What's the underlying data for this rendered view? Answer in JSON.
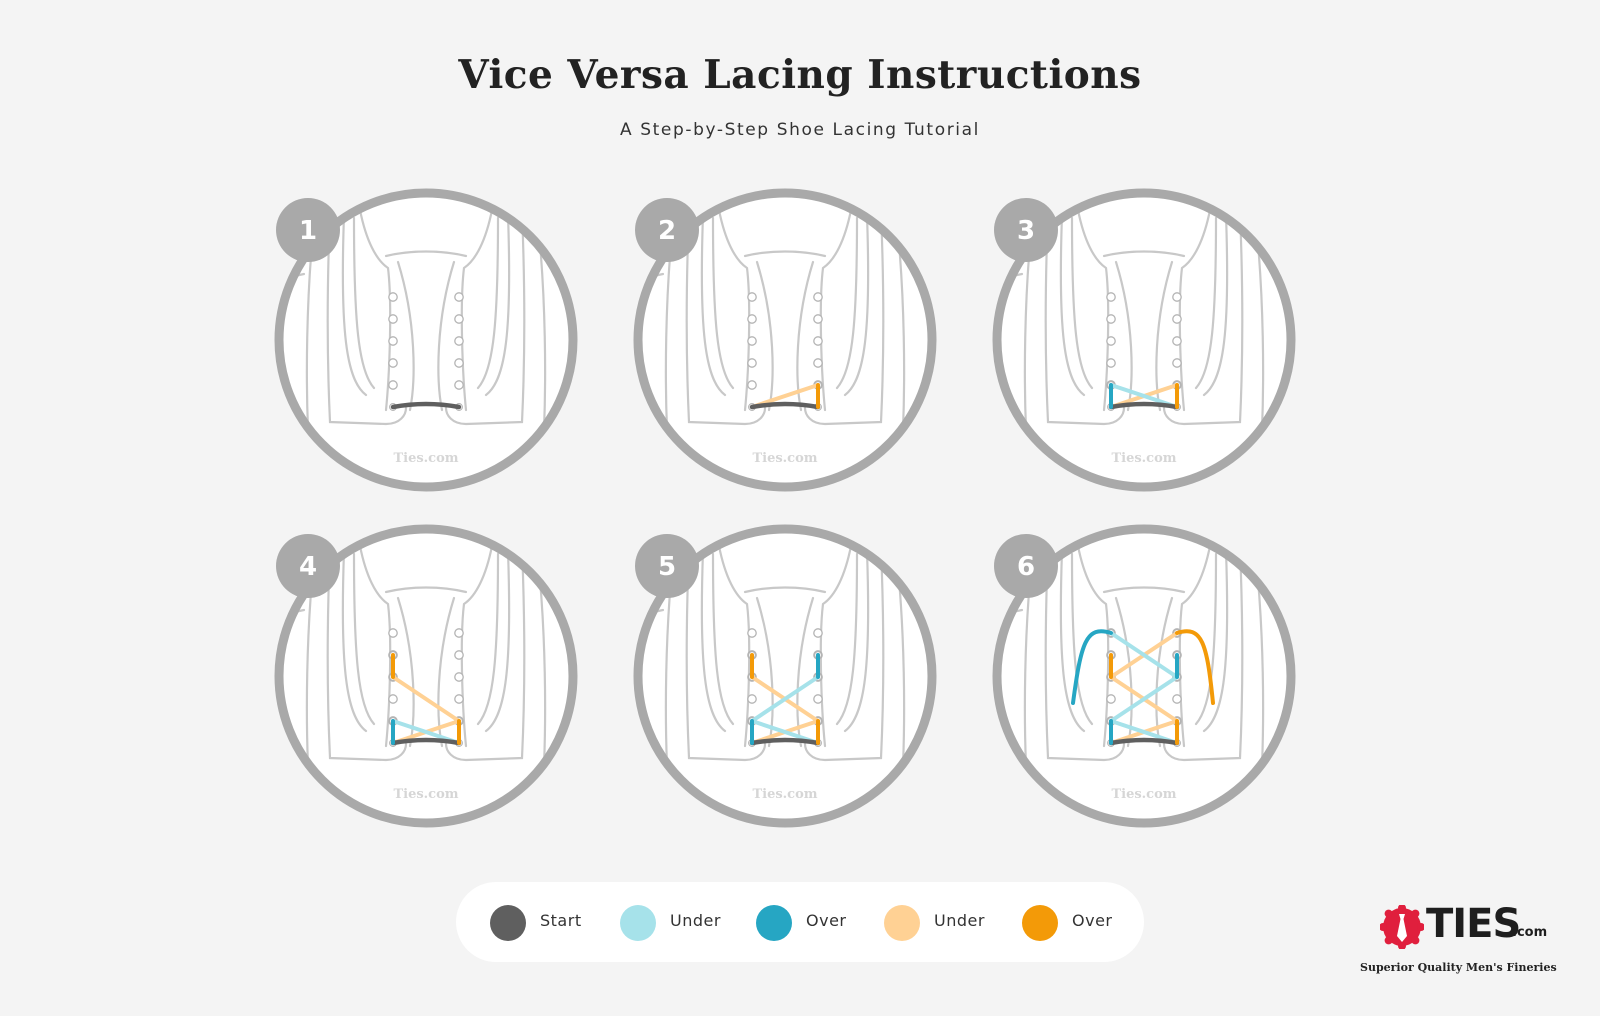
{
  "header": {
    "title": "Vice Versa Lacing Instructions",
    "subtitle": "A Step-by-Step Shoe Lacing Tutorial"
  },
  "colors": {
    "start": "#5f5f5f",
    "blue_under": "#a6e2ea",
    "blue_over": "#26a6c3",
    "orange_under": "#ffd194",
    "orange_over": "#f39a08",
    "frame": "#a9a9a9",
    "shoe_line": "#c8c8c8"
  },
  "steps": [
    {
      "number": "1",
      "watermark": "Ties.com"
    },
    {
      "number": "2",
      "watermark": "Ties.com"
    },
    {
      "number": "3",
      "watermark": "Ties.com"
    },
    {
      "number": "4",
      "watermark": "Ties.com"
    },
    {
      "number": "5",
      "watermark": "Ties.com"
    },
    {
      "number": "6",
      "watermark": "Ties.com"
    }
  ],
  "legend": [
    {
      "label": "Start",
      "color": "#5f5f5f"
    },
    {
      "label": "Under",
      "color": "#a6e2ea"
    },
    {
      "label": "Over",
      "color": "#26a6c3"
    },
    {
      "label": "Under",
      "color": "#ffd194"
    },
    {
      "label": "Over",
      "color": "#f39a08"
    }
  ],
  "brand": {
    "name": "TIES",
    "suffix": ".com",
    "tagline": "Superior Quality Men's Fineries"
  }
}
